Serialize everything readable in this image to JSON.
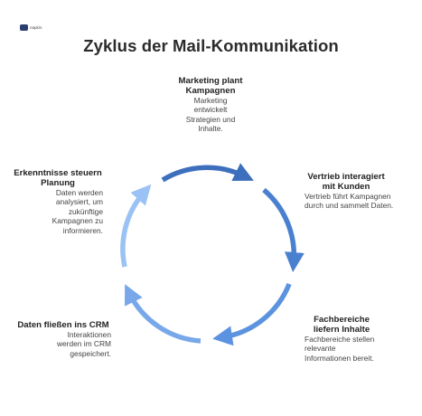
{
  "logo": {
    "text": "napkin"
  },
  "title": "Zyklus der Mail-Kommunikation",
  "steps": [
    {
      "heading": "Marketing plant Kampagnen",
      "description": "Marketing entwickelt Strategien und Inhalte."
    },
    {
      "heading": "Vertrieb interagiert mit Kunden",
      "description": "Vertrieb führt Kampagnen durch und sammelt Daten."
    },
    {
      "heading": "Fachbereiche liefern Inhalte",
      "description": "Fachbereiche stellen relevante Informationen bereit."
    },
    {
      "heading": "Daten fließen ins CRM",
      "description": "Interaktionen werden im CRM gespeichert."
    },
    {
      "heading": "Erkenntnisse steuern Planung",
      "description": "Daten werden analysiert, um zukünftige Kampagnen zu informieren."
    }
  ],
  "colors": {
    "arc_1": "#3e6fbd",
    "arc_2": "#4a80d0",
    "arc_3": "#5c93e0",
    "arc_4": "#78a8ea",
    "arc_5": "#9bc2f4"
  }
}
